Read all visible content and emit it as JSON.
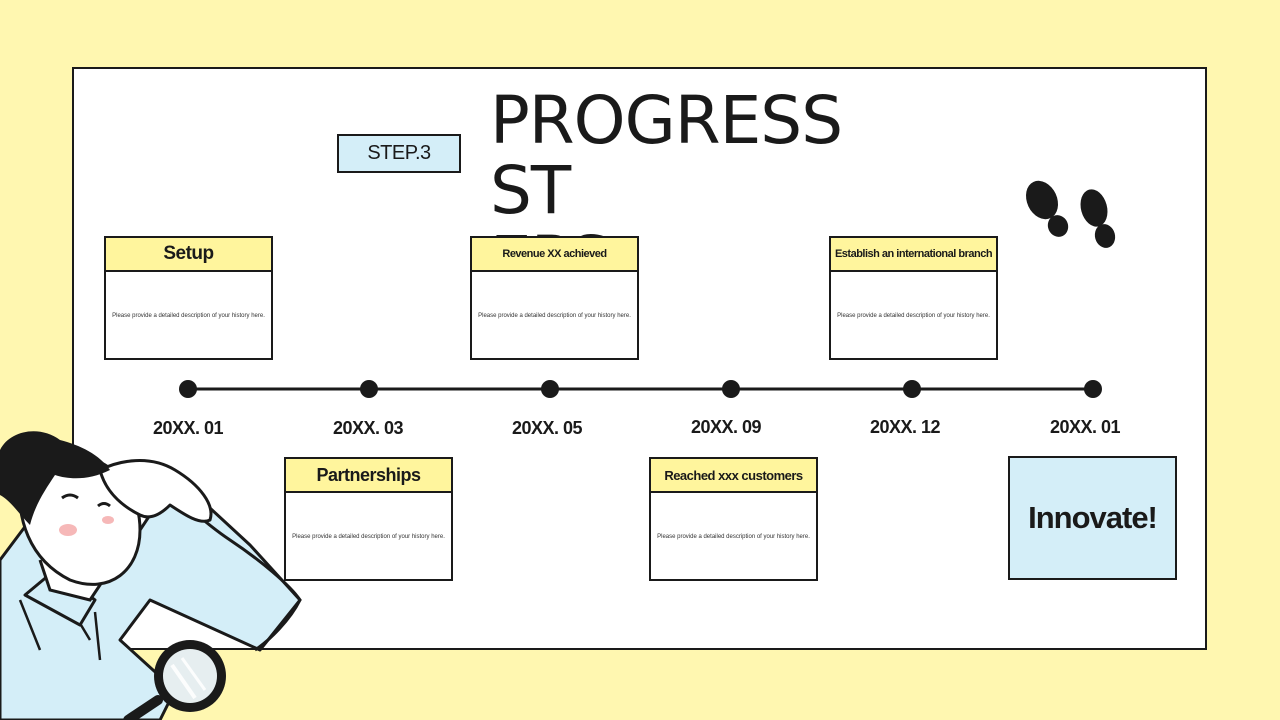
{
  "slide": {
    "step_label": "STEP.3",
    "title_line1": "PROGRESS ST",
    "title_line2": "EPS",
    "closing_label": "Innovate!"
  },
  "milestones": [
    {
      "title": "Setup",
      "date": "20XX. 01",
      "description": "Please provide a detailed description of your history here."
    },
    {
      "title": "Partnerships",
      "date": "20XX. 03",
      "description": "Please provide a detailed description of your history here."
    },
    {
      "title": "Revenue XX achieved",
      "date": "20XX. 05",
      "description": "Please provide a detailed description of your history here."
    },
    {
      "title": "Reached xxx customers",
      "date": "20XX. 09",
      "description": "Please provide a detailed description of your history here."
    },
    {
      "title": "Establish an international branch",
      "date": "20XX. 12",
      "description": "Please provide a detailed description of your history here."
    },
    {
      "title": "",
      "date": "20XX. 01",
      "description": ""
    }
  ],
  "icons": [
    "footprints-icon",
    "magnifying-glass-icon"
  ],
  "colors": {
    "background": "#fff7b0",
    "card_header": "#fff59d",
    "accent_blue": "#d4eef8",
    "ink": "#1a1a1a"
  }
}
